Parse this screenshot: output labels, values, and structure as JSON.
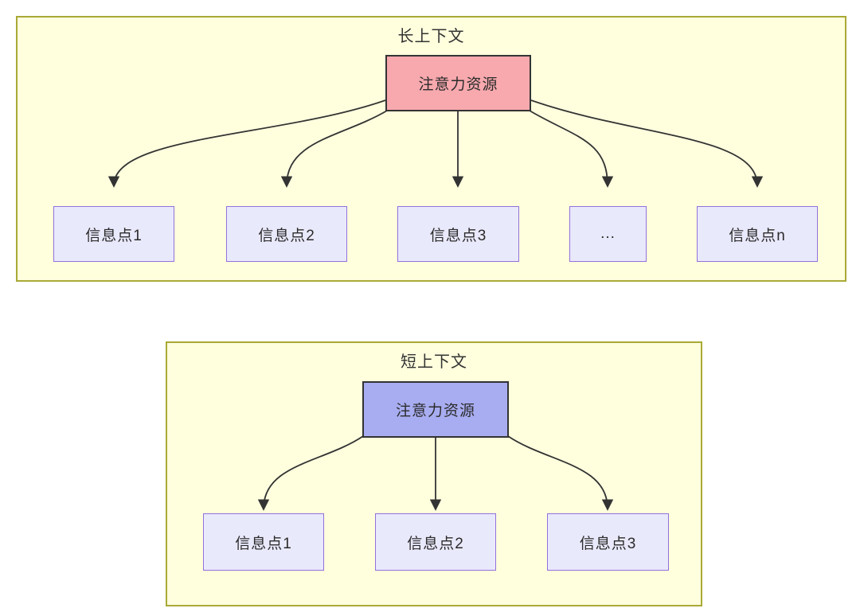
{
  "top_section": {
    "title": "长上下文",
    "source": {
      "label": "注意力资源",
      "fill": "#f7a9ae",
      "border": "#333333"
    },
    "targets": [
      {
        "label": "信息点1"
      },
      {
        "label": "信息点2"
      },
      {
        "label": "信息点3"
      },
      {
        "label": "..."
      },
      {
        "label": "信息点n"
      }
    ]
  },
  "bottom_section": {
    "title": "短上下文",
    "source": {
      "label": "注意力资源",
      "fill": "#a8adf1",
      "border": "#333333"
    },
    "targets": [
      {
        "label": "信息点1"
      },
      {
        "label": "信息点2"
      },
      {
        "label": "信息点3"
      }
    ]
  },
  "colors": {
    "page_background": "#ffffff",
    "panel_fill": "#ffffde",
    "panel_border": "#a9a936",
    "target_fill": "#e9e9fc",
    "target_border": "#9370db",
    "edge_stroke": "#333333",
    "text": "#333333"
  }
}
